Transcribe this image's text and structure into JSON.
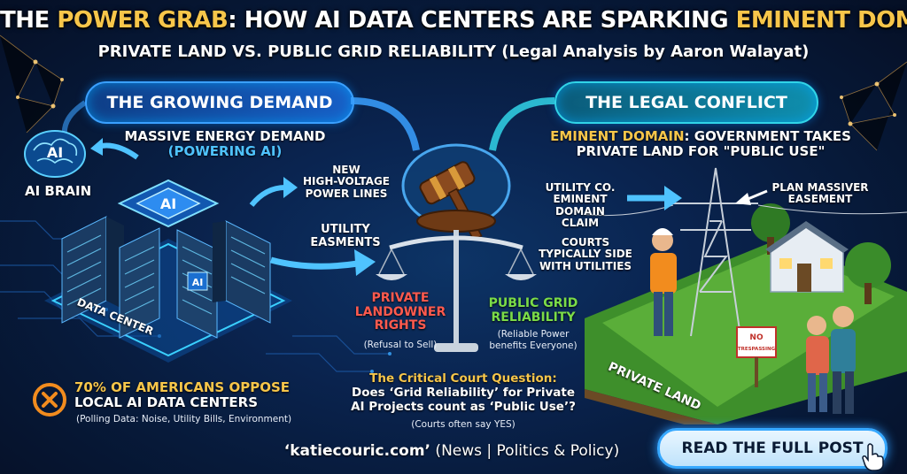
{
  "title": {
    "part1": "THE ",
    "part2": "POWER GRAB",
    "part3": ": HOW AI DATA CENTERS ARE SPARKING ",
    "part4": "EMINENT DOMAIN BATTLES"
  },
  "subtitle": "PRIVATE LAND VS. PUBLIC GRID RELIABILITY (Legal Analysis by Aaron Walayat)",
  "left": {
    "banner": "THE GROWING DEMAND",
    "energy_line1": "MASSIVE ENERGY DEMAND",
    "energy_line2": "(POWERING AI)",
    "brain_icon_text": "AI",
    "brain_label": "AI BRAIN",
    "lines_label_1": "NEW",
    "lines_label_2": "HIGH-VOLTAGE",
    "lines_label_3": "POWER LINES",
    "easement_1": "UTILITY",
    "easement_2": "EASMENTS",
    "chip_text": "AI",
    "rack_text": "AI",
    "datacenter_label": "DATA CENTER",
    "poll_main_1": "70% OF AMERICANS OPPOSE",
    "poll_main_2": "LOCAL AI DATA CENTERS",
    "poll_sub": "(Polling Data: Noise, Utility Bills, Environment)"
  },
  "center": {
    "private_1": "PRIVATE",
    "private_2": "LANDOWNER",
    "private_3": "RIGHTS",
    "private_sub": "(Refusal to Sell)",
    "public_1": "PUBLIC GRID",
    "public_2": "RELIABILITY",
    "public_sub_1": "(Reliable Power",
    "public_sub_2": "benefits Everyone)",
    "question_title": "The Critical Court Question:",
    "question_1": "Does ‘Grid Reliability’ for Private",
    "question_2": "AI Projects count as ‘Public Use’?",
    "question_sub": "(Courts often say YES)"
  },
  "right": {
    "banner": "THE LEGAL CONFLICT",
    "eminent_1a": "EMINENT DOMAIN",
    "eminent_1b": ": GOVERNMENT TAKES",
    "eminent_2": "PRIVATE LAND FOR \"PUBLIC USE\"",
    "claim_1": "UTILITY CO.",
    "claim_2": "EMINENT DOMAIN",
    "claim_3": "CLAIM",
    "courts_1": "COURTS",
    "courts_2": "TYPICALLY SIDE",
    "courts_3": "WITH UTILITIES",
    "plan_1": "PLAN MASSIVER",
    "plan_2": "EASEMENT",
    "sign_1": "NO",
    "sign_2": "TRESPASSING",
    "land_label": "PRIVATE LAND"
  },
  "footer": {
    "site": "‘katiecouric.com’",
    "rest": " (News | Politics & Policy)"
  },
  "cta": "READ THE FULL POST",
  "colors": {
    "gold": "#f7c64a",
    "cyan": "#4fc3ff",
    "red": "#ff5a4e",
    "green": "#7bdc48",
    "orange": "#f28c1e"
  }
}
